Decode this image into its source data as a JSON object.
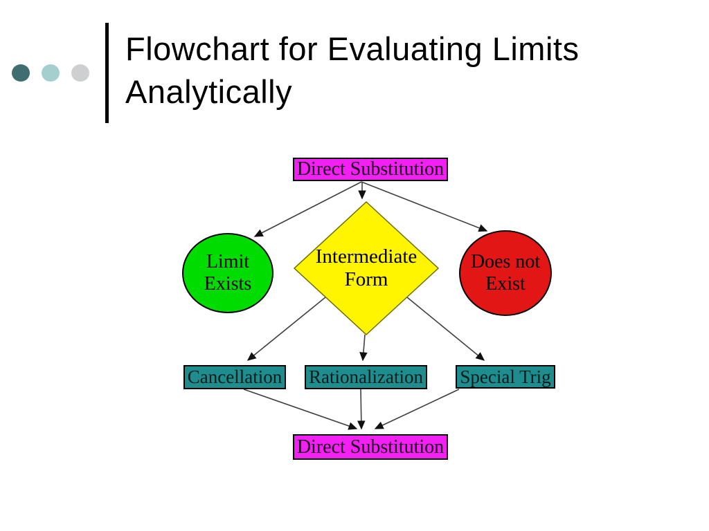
{
  "slide": {
    "title": "Flowchart for Evaluating Limits Analytically",
    "background_color": "#ffffff",
    "decorative_dots": [
      {
        "name": "dark-teal-dot",
        "color": "#3f6d70"
      },
      {
        "name": "light-teal-dot",
        "color": "#a5cfcf"
      },
      {
        "name": "gray-dot",
        "color": "#cdcfd0"
      }
    ]
  },
  "flowchart": {
    "top_box": {
      "label": "Direct Substitution",
      "fill": "#f320f3"
    },
    "left_circle": {
      "label_line1": "Limit",
      "label_line2": "Exists",
      "fill": "#00dc00"
    },
    "diamond": {
      "label_line1": "Intermediate",
      "label_line2": "Form",
      "fill": "#fff500"
    },
    "right_circle": {
      "label_line1": "Does not",
      "label_line2": "Exist",
      "fill": "#e31616"
    },
    "method_boxes": [
      {
        "label": "Cancellation",
        "fill": "#1f8c8e"
      },
      {
        "label": "Rationalization",
        "fill": "#1f8c8e"
      },
      {
        "label": "Special Trig",
        "fill": "#1f8c8e"
      }
    ],
    "bottom_box": {
      "label": "Direct Substitution",
      "fill": "#f320f3"
    },
    "connector_color": "#3f3f3f"
  }
}
